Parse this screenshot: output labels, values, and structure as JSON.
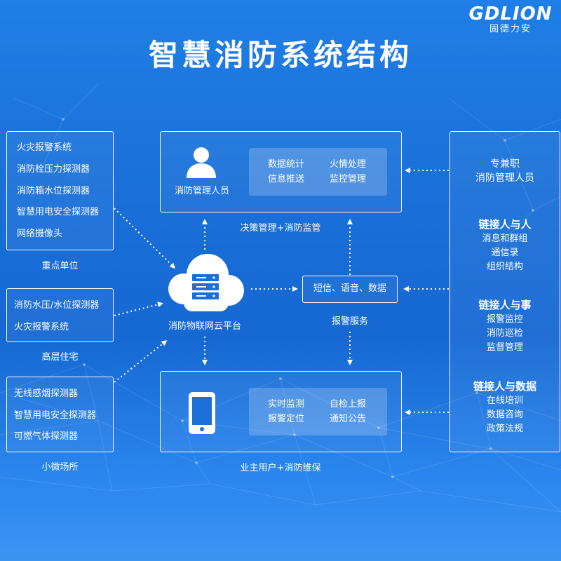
{
  "logo": {
    "name": "GDLION",
    "sub": "固德力安"
  },
  "title": "智慧消防系统结构",
  "left_groups": [
    {
      "items": [
        "火灾报警系统",
        "消防栓压力探测器",
        "消防箱水位探测器",
        "智慧用电安全探测器",
        "网络摄像头"
      ],
      "caption": "重点单位"
    },
    {
      "items": [
        "消防水压/水位探测器",
        "火灾报警系统"
      ],
      "caption": "高层住宅"
    },
    {
      "items": [
        "无线感烟探测器",
        "智慧用电安全探测器",
        "可燃气体探测器"
      ],
      "caption": "小微场所"
    }
  ],
  "top_box": {
    "label": "消防管理人员",
    "icon": "person-icon",
    "col1": [
      "数据统计",
      "信息推送"
    ],
    "col2": [
      "火情处理",
      "监控管理"
    ],
    "caption": "决策管理+消防监管"
  },
  "cloud": {
    "icon": "server-icon",
    "label": "消防物联网云平台"
  },
  "alarm": {
    "label": "短信、语音、数据",
    "caption": "报警服务"
  },
  "bottom_box": {
    "icon": "smartphone-icon",
    "col1": [
      "实时监测",
      "报警定位"
    ],
    "col2": [
      "自检上报",
      "通知公告"
    ],
    "caption": "业主用户+消防维保"
  },
  "right_panel": {
    "top": [
      "专兼职",
      "消防管理人员"
    ],
    "sections": [
      {
        "heading": "链接人与人",
        "items": [
          "消息和群组",
          "通信录",
          "组织结构"
        ]
      },
      {
        "heading": "链接人与事",
        "items": [
          "报警监控",
          "消防巡检",
          "监督管理"
        ]
      },
      {
        "heading": "链接人与数据",
        "items": [
          "在线培训",
          "数据咨询",
          "政策法规"
        ]
      }
    ]
  },
  "colors": {
    "background": "#1a6fd8",
    "foreground": "#ffffff",
    "panel": "rgba(255,255,255,0.2)"
  }
}
